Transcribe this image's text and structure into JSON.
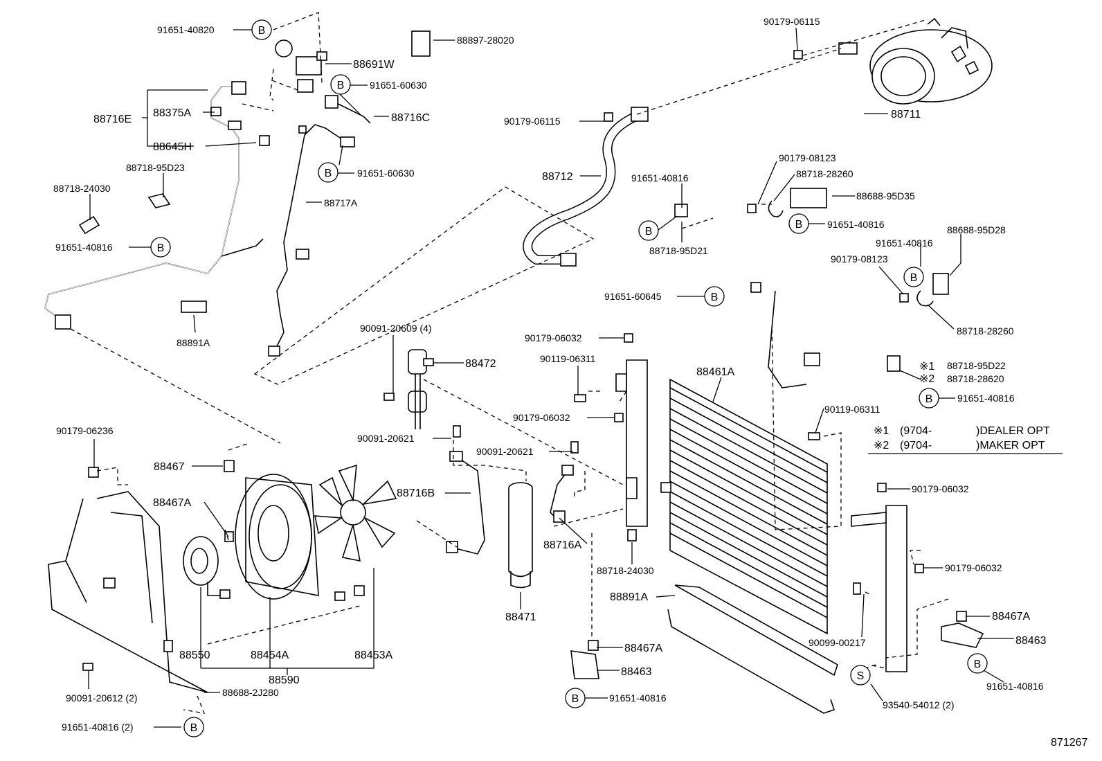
{
  "diagram_id": "871267",
  "callout_b": "B",
  "callout_s": "S",
  "labels": {
    "l1": "91651-40820",
    "l2": "88897-28020",
    "l3": "88691W",
    "l4": "91651-60630",
    "l5": "88716C",
    "l6": "88716E",
    "l7": "88375A",
    "l8": "88645H",
    "l9": "88718-95D23",
    "l10": "88718-24030",
    "l11": "91651-40816",
    "l12": "91651-60630",
    "l13": "88717A",
    "l14": "88891A",
    "l15": "90179-06115",
    "l16": "90179-06115",
    "l17": "88711",
    "l18": "88712",
    "l19": "91651-40816",
    "l20": "90179-08123",
    "l21": "88718-28260",
    "l22": "88688-95D35",
    "l23": "91651-40816",
    "l24": "88718-95D21",
    "l25": "88688-95D28",
    "l26": "91651-40816",
    "l27": "90179-08123",
    "l28": "91651-60645",
    "l29": "88718-28260",
    "l30": "90091-20609 (4)",
    "l31": "88472",
    "l32": "90179-06032",
    "l33": "90119-06311",
    "l34": "88461A",
    "l35": "※1",
    "l36": "88718-95D22",
    "l37": "※2",
    "l38": "88718-28620",
    "l39": "91651-40816",
    "l40": "90179-06032",
    "l41": "90119-06311",
    "l42": "90091-20621",
    "l43": "90091-20621",
    "l44": "90179-06236",
    "l45": "88467",
    "l46": "88716B",
    "l47": "88467A",
    "l48": "88716A",
    "l49": "88718-24030",
    "l50": "90179-06032",
    "l51": "88891A",
    "l52": "90179-06032",
    "l53": "88471",
    "l54": "88467A",
    "l55": "88550",
    "l56": "88454A",
    "l57": "88453A",
    "l58": "88590",
    "l59": "88467A",
    "l60": "90099-00217",
    "l61": "88463",
    "l62": "88463",
    "l63": "91651-40816",
    "l64": "90091-20612 (2)",
    "l65": "88688-2J280",
    "l66": "91651-40816",
    "l67": "93540-54012 (2)",
    "l68": "91651-40816 (2)"
  },
  "notes": {
    "n1_mark": "※1",
    "n1_code": "(9704-",
    "n1_text": ")DEALER OPT",
    "n2_mark": "※2",
    "n2_code": "(9704-",
    "n2_text": ")MAKER OPT"
  }
}
